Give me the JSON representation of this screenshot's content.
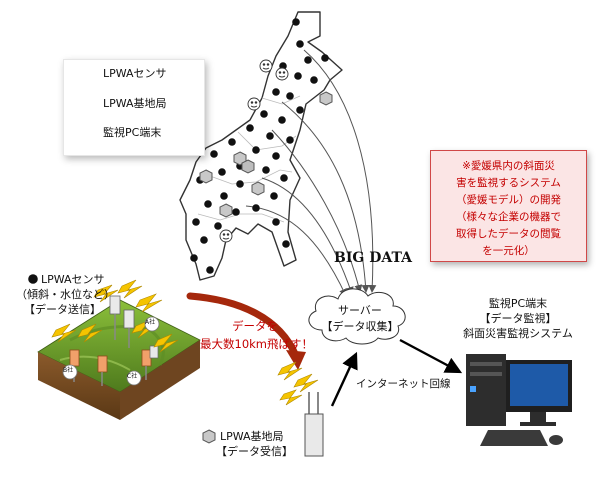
{
  "legend": {
    "sensor": "LPWAセンサ",
    "base_station": "LPWA基地局",
    "pc_terminal": "監視PC端末"
  },
  "big_data": "BIG DATA",
  "callout": {
    "lines": [
      "※愛媛県内の斜面災",
      "害を監視するシステム",
      "（愛媛モデル）の開発",
      "（様々な企業の機器で",
      "取得したデータの閲覧",
      "を一元化）"
    ]
  },
  "sensor_block": {
    "title": "LPWAセンサ",
    "line2": "（傾斜・水位など）",
    "line3": "【データ送信】"
  },
  "transmit": {
    "line1": "データを",
    "line2": "最大数10km飛ばす！"
  },
  "companies": [
    "A社",
    "B社",
    "C社"
  ],
  "base_block": {
    "line1": "LPWA基地局",
    "line2": "【データ受信】"
  },
  "server": {
    "line1": "サーバー",
    "line2": "【データ収集】"
  },
  "internet": "インターネット回線",
  "monitor": {
    "line1": "監視PC端末",
    "line2": "【データ監視】",
    "line3": "斜面災害監視システム"
  },
  "colors": {
    "accent_red": "#c40000",
    "callout_bg": "#fbe5e5",
    "arrow_red": "#a5280c",
    "lightning": "#f5c400"
  }
}
